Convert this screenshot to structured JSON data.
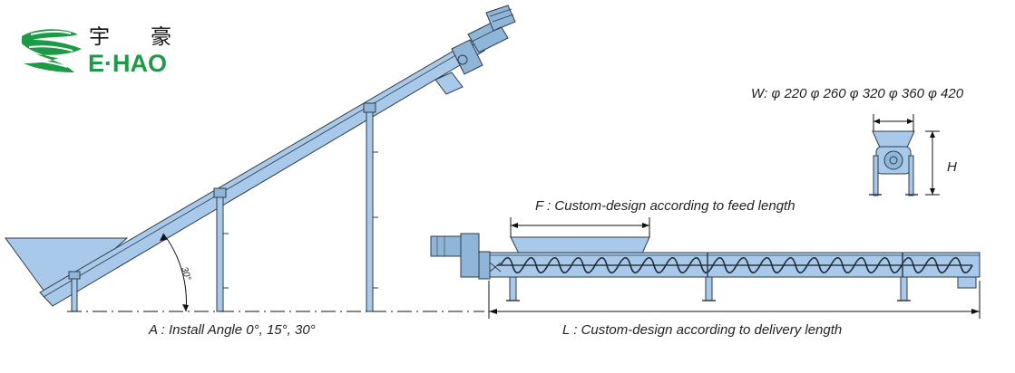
{
  "logo": {
    "chinese_chars": [
      "宇",
      "豪"
    ],
    "brand_name": "E·HAO",
    "brand_color": "#1d9a45"
  },
  "labels": {
    "install_angle": "A : Install Angle 0°, 15°, 30°",
    "angle_marker": "30°",
    "feed_length": "F : Custom-design according to feed length",
    "delivery_length": "L : Custom-design according to delivery length",
    "diameters": "W: φ 220  φ 260 φ 320 φ 360  φ 420",
    "height": "H"
  },
  "colors": {
    "body_fill": "#a9c9ea",
    "motor_fill": "#8fb6d9",
    "outline": "#2f3b46",
    "line": "#111111"
  }
}
